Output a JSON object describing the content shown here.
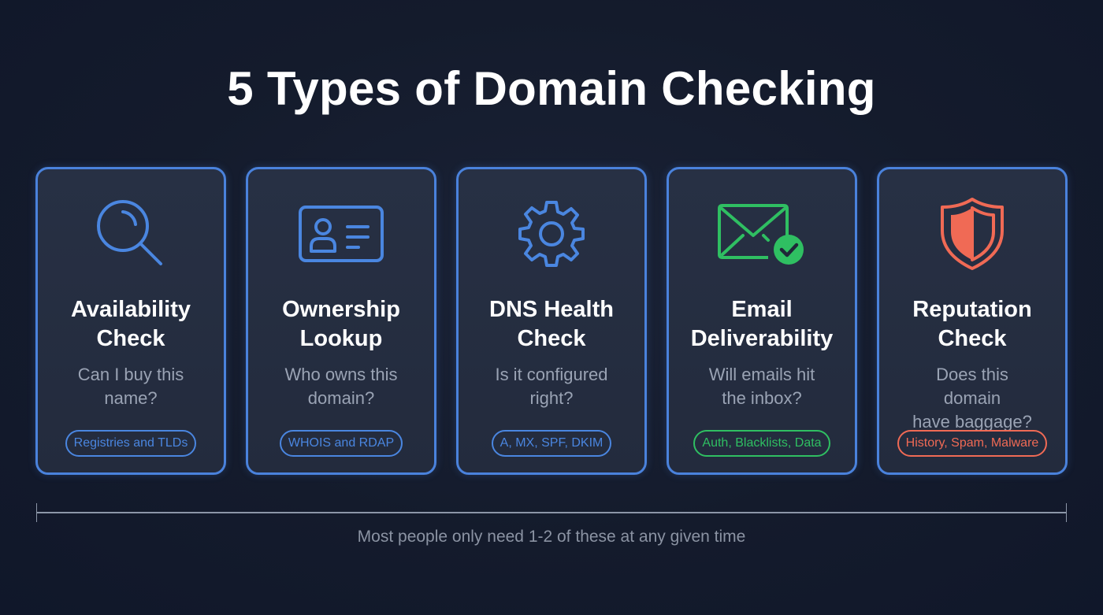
{
  "title": "5 Types of Domain Checking",
  "colors": {
    "background": "#141b2c",
    "card_border": "#4a82dc",
    "blue": "#4a86e0",
    "green": "#2fbf62",
    "red": "#f06a55",
    "text_primary": "#ffffff",
    "text_secondary": "#9aa3b4"
  },
  "cards": [
    {
      "icon": "magnifying-glass-icon",
      "title_line1": "Availability",
      "title_line2": "Check",
      "desc_line1": "Can I buy this",
      "desc_line2": "name?",
      "pill": "Registries and TLDs",
      "accent": "#4a86e0"
    },
    {
      "icon": "id-card-icon",
      "title_line1": "Ownership",
      "title_line2": "Lookup",
      "desc_line1": "Who owns this",
      "desc_line2": "domain?",
      "pill": "WHOIS and RDAP",
      "accent": "#4a86e0"
    },
    {
      "icon": "gear-icon",
      "title_line1": "DNS Health",
      "title_line2": "Check",
      "desc_line1": "Is it configured",
      "desc_line2": "right?",
      "pill": "A, MX, SPF, DKIM",
      "accent": "#4a86e0"
    },
    {
      "icon": "envelope-check-icon",
      "title_line1": "Email",
      "title_line2": "Deliverability",
      "desc_line1": "Will emails hit",
      "desc_line2": "the inbox?",
      "pill": "Auth, Blacklists, Data",
      "accent": "#2fbf62"
    },
    {
      "icon": "shield-icon",
      "title_line1": "Reputation",
      "title_line2": "Check",
      "desc_line1": "Does this domain",
      "desc_line2": "have baggage?",
      "pill": "History, Spam, Malware",
      "accent": "#f06a55"
    }
  ],
  "footnote": "Most people only need 1-2 of these at any given time"
}
